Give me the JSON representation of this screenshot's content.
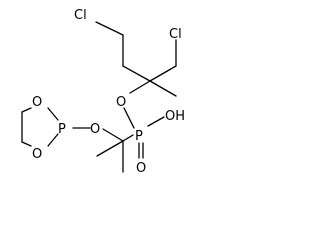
{
  "molecule": {
    "atoms": {
      "cl_top": "Cl",
      "cl_right": "Cl",
      "o_ester": "O",
      "oh": "OH",
      "p_center": "P",
      "o_double": "O",
      "o_ring_link": "O",
      "p_ring": "P",
      "o_ring_top": "O",
      "o_ring_bottom": "O"
    }
  }
}
